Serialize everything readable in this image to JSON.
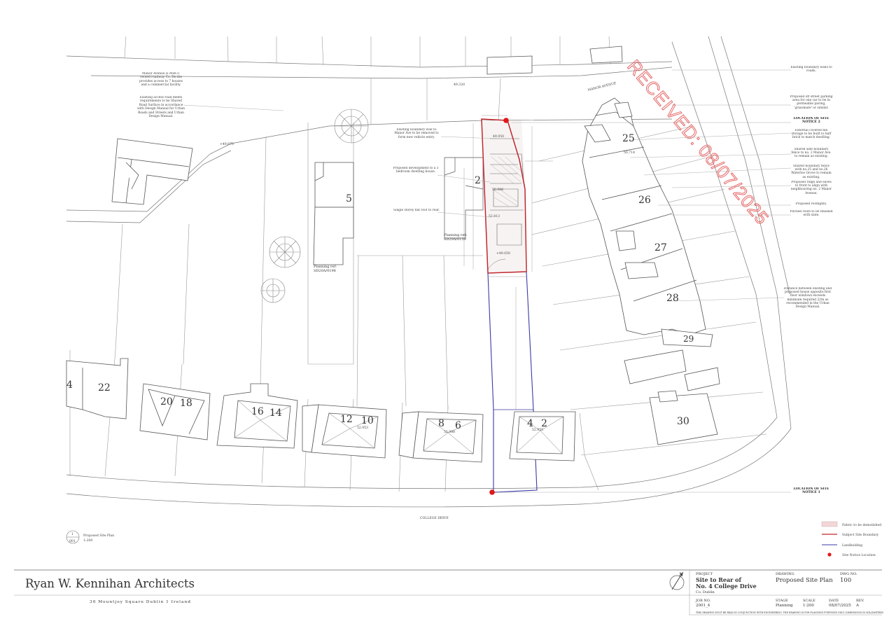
{
  "drawing": {
    "received_stamp": "RECEIVED: 08/07/2025",
    "road_label": "COLLEGE DRIVE",
    "upper_road_label": "MANOR AVENUE",
    "plots": {
      "p25": "25",
      "p26": "26",
      "p27": "27",
      "p28": "28",
      "p29": "29",
      "p30": "30",
      "p5": "5",
      "p2_site": "2",
      "p4_left": "4",
      "p22": "22",
      "p20": "20",
      "p18": "18",
      "p16": "16",
      "p14": "14",
      "p12": "12",
      "p10": "10",
      "p8": "8",
      "p6": "6",
      "p4": "4",
      "p2": "2"
    },
    "levels": {
      "l1": "49.320",
      "l2": "+49.670",
      "l3": "49.050",
      "l4": "50.714",
      "l5": "56.986",
      "l6": "52.813",
      "l7": "+49.050",
      "l8": "52.953",
      "l9": "52.988",
      "l10": "52.955"
    },
    "left_notes": {
      "manor": "Manor Avenue is MHCC owned roadway Co. Dn tbs provides access to 7 houses and a commercial facility.",
      "access": "Existing access road meets requirements to be Shared Road Surface in accordance with Design Manual for Urban Roads and Streets and Urban Design Manual."
    },
    "centre_notes": {
      "wall": "Existing boundary wall to Manor Ave to be removed to form new vehicle entry.",
      "development": "Proposed development to a 3 bedroom dwelling house.",
      "single_storey": "Single storey flat roof to rear.",
      "planning_ref_centre": "Planning ref: SD20A/0159",
      "planning_ref_left": "Planning ref: SD20A/0198"
    },
    "right_notes": {
      "n1": "Existing boundary walls to roads.",
      "n2": "Proposed off street parking area for one car to be in permeable paving, 'grassmate' or similar.",
      "n3": "LOCATION OF SITE NOTICE 2",
      "n4": "External covered bin storage to be built to half brick to match dwelling.",
      "n5": "Shared side boundary fence to no. 2 Manor Ave. to remain as existing.",
      "n6": "Shared boundary fence with no.25 and no.26 Waterloo Grove to remain as existing.",
      "n7": "Proposed ridge and eaves to front to align with neighbouring no. 2 Manor Avenue.",
      "n8": "Proposed rooflights.",
      "n9": "Pitched roofs to be finished with slate.",
      "n10": "Distance between existing and proposed house opposite first floor windows exceeds minimum required 22m as recommended in the Urban Design Manual.",
      "n11": "LOCATION OF SITE NOTICE 1"
    },
    "section_marker": {
      "num": "1",
      "sheet": "001",
      "title": "Proposed Site Plan",
      "scale": "1:200"
    }
  },
  "legend": {
    "items": [
      {
        "label": "Fabric to be demolished",
        "color": "#f3d6d8"
      },
      {
        "label": "Subject Site Boundary",
        "color": "#c0282d"
      },
      {
        "label": "Landholding",
        "color": "#3a3aa8"
      },
      {
        "label": "Site Notice Location",
        "color": "#e01919"
      }
    ]
  },
  "title_block": {
    "firm": "Ryan W. Kennihan Architects",
    "address": "30 Mountjoy Square  Dublin 1  Ireland",
    "project_label": "PROJECT",
    "project_line1": "Site to Rear of",
    "project_line2": "No. 4 College Drive",
    "project_line3": "Co. Dublin",
    "drawing_label": "DRAWING",
    "drawing_name": "Proposed Site Plan",
    "dwg_no_label": "DWG NO.",
    "dwg_no": "100",
    "job_no_label": "JOB NO.",
    "job_no": "2001_4",
    "stage_label": "STAGE",
    "stage": "Planning",
    "scale_label": "SCALE",
    "scale": "1:200",
    "date_label": "DATE",
    "date": "08/07/2025",
    "rev_label": "REV.",
    "rev": "A",
    "footnote": "THIS DRAWING MUST BE READ IN CONJUNCTION WITH ENGINEERING. THE DRAWING IS FOR PLANNING PURPOSES ONLY. DIMENSIONS IN MILLIMETRES.",
    "north": "N"
  },
  "colors": {
    "site_boundary": "#c0282d",
    "landholding": "#3a3aa8",
    "stamp": "#e45a5a",
    "line": "#7a7a7a"
  }
}
